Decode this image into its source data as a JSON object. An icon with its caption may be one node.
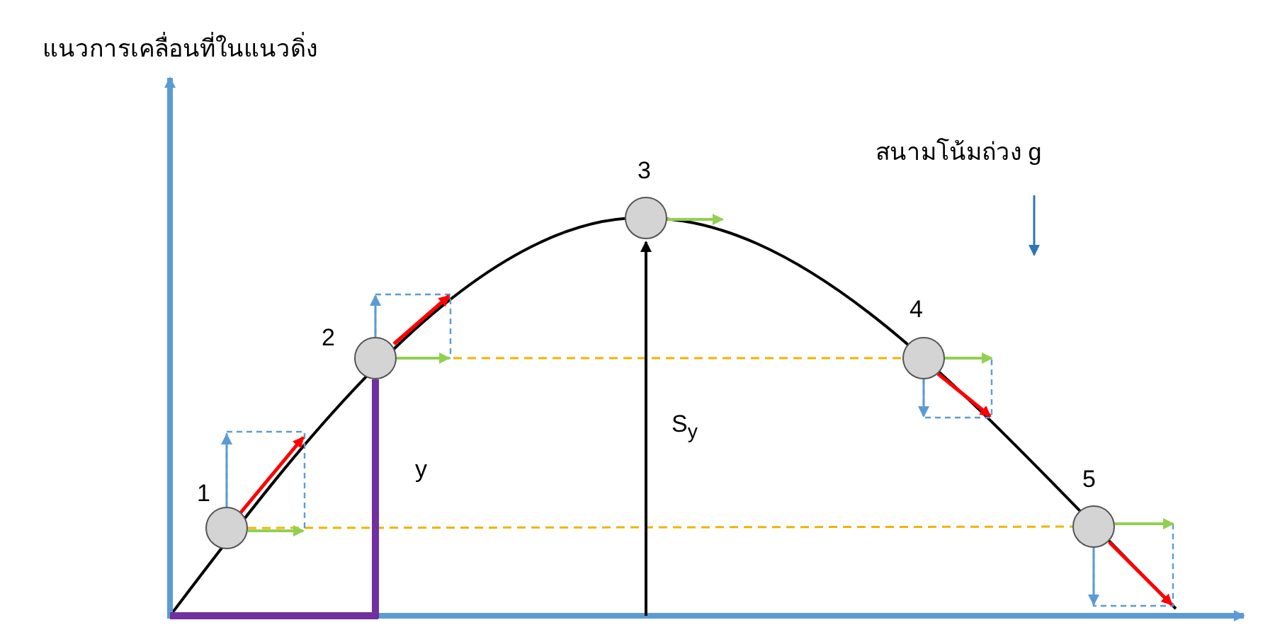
{
  "diagram": {
    "nodes": [
      {
        "text": [],
        "shape": "circle",
        "beside": [
          "1"
        ]
      },
      {
        "text": [],
        "shape": "circle",
        "beside": [
          "2"
        ]
      },
      {
        "text": [],
        "shape": "circle",
        "beside": [
          "3"
        ]
      },
      {
        "text": [],
        "shape": "circle",
        "beside": [
          "4"
        ]
      },
      {
        "text": [],
        "shape": "circle",
        "beside": [
          "5"
        ]
      }
    ],
    "edges": [
      {
        "from": 1,
        "to": 3,
        "arrow": "none",
        "style": "dashed",
        "color": "#f0b400"
      },
      {
        "from": 0,
        "to": 4,
        "arrow": "none",
        "style": "dashed",
        "color": "#f0b400"
      }
    ],
    "labels": [
      "แนวการเคลื่อนที่ในแนวดิ่ง",
      "สนามโน้มถ่วง g",
      "y",
      "S$_{y}$"
    ]
  }
}
